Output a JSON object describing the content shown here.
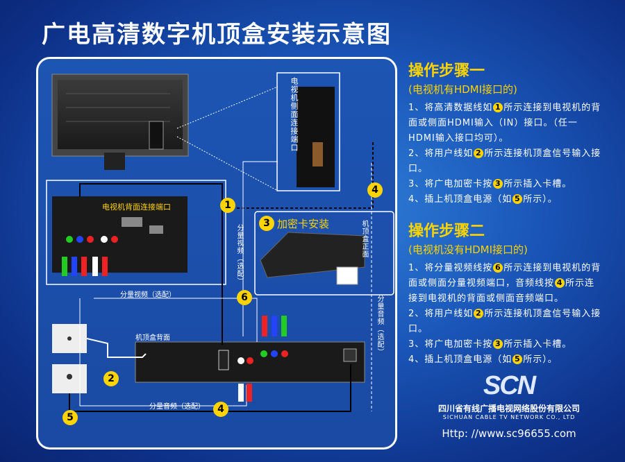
{
  "title": "广电高清数字机顶盒安装示意图",
  "step1": {
    "title": "操作步骤一",
    "subtitle": "(电视机有HDMI接口的)",
    "lines": [
      [
        "1、将高清数据线如",
        "1",
        "所示连接到电视机的背"
      ],
      [
        "面或侧面HDMI输入（IN）接口。（任一",
        "",
        ""
      ],
      [
        "HDMI输入接口均可）。",
        "",
        ""
      ],
      [
        "2、将用户线如",
        "2",
        "所示连接机顶盒信号输入接"
      ],
      [
        "口。",
        "",
        ""
      ],
      [
        "3、将广电加密卡按",
        "3",
        "所示插入卡槽。"
      ],
      [
        "4、插上机顶盒电源（如",
        "5",
        "所示）。"
      ]
    ]
  },
  "step2": {
    "title": "操作步骤二",
    "subtitle": "(电视机没有HDMI接口的)",
    "lines": [
      [
        "1、将分量视频线按",
        "6",
        "所示连接到电视机的背"
      ],
      [
        "面或侧面分量视频端口，音频线按",
        "4",
        "所示连"
      ],
      [
        "接到电视机的背面或侧面音频端口。",
        "",
        ""
      ],
      [
        "2、将用户线如",
        "2",
        "所示连接机顶盒信号输入接"
      ],
      [
        "口。",
        "",
        ""
      ],
      [
        "3、将广电加密卡按",
        "3",
        "所示插入卡槽。"
      ],
      [
        "4、插上机顶盒电源（如",
        "5",
        "所示）。"
      ]
    ]
  },
  "logo": {
    "text": "SCN",
    "company": "四川省有线广播电视网络股份有限公司",
    "company_en": "SICHUAN CABLE TV NETWORK CO., LTD",
    "url": "Http: //www.sc96655.com"
  },
  "diagram": {
    "tv_back_ports": "电视机背面连接端口",
    "tv_side_ports": "电视机侧面连接端口",
    "card_install_num": "3",
    "card_install": "加密卡安装",
    "stb_front": "机顶盒正面",
    "stb_back": "机顶盒背面",
    "component_video_v": "分量视频（选配）",
    "component_video_h": "分量视频（选配）",
    "component_audio_v": "分量音频（选配）",
    "component_audio_h": "分量音频（选配）",
    "badges": [
      "1",
      "2",
      "4",
      "5",
      "6",
      "4"
    ]
  }
}
